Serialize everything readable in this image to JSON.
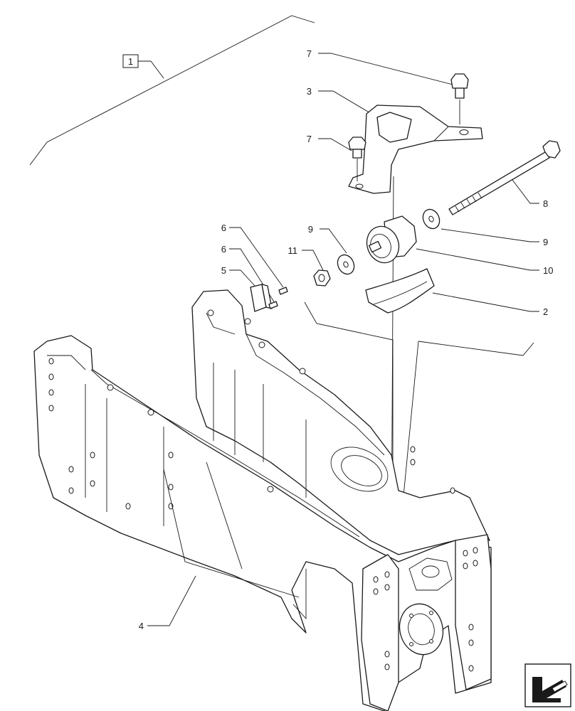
{
  "callouts": {
    "c1": "1",
    "c2": "2",
    "c3": "3",
    "c4": "4",
    "c5": "5",
    "c6a": "6",
    "c6b": "6",
    "c7a": "7",
    "c7b": "7",
    "c8": "8",
    "c9a": "9",
    "c9b": "9",
    "c10": "10",
    "c11": "11"
  },
  "icons": {
    "navigation": "next-page-arrow-icon"
  },
  "colors": {
    "line": "#1a1a1a",
    "background": "#ffffff"
  }
}
